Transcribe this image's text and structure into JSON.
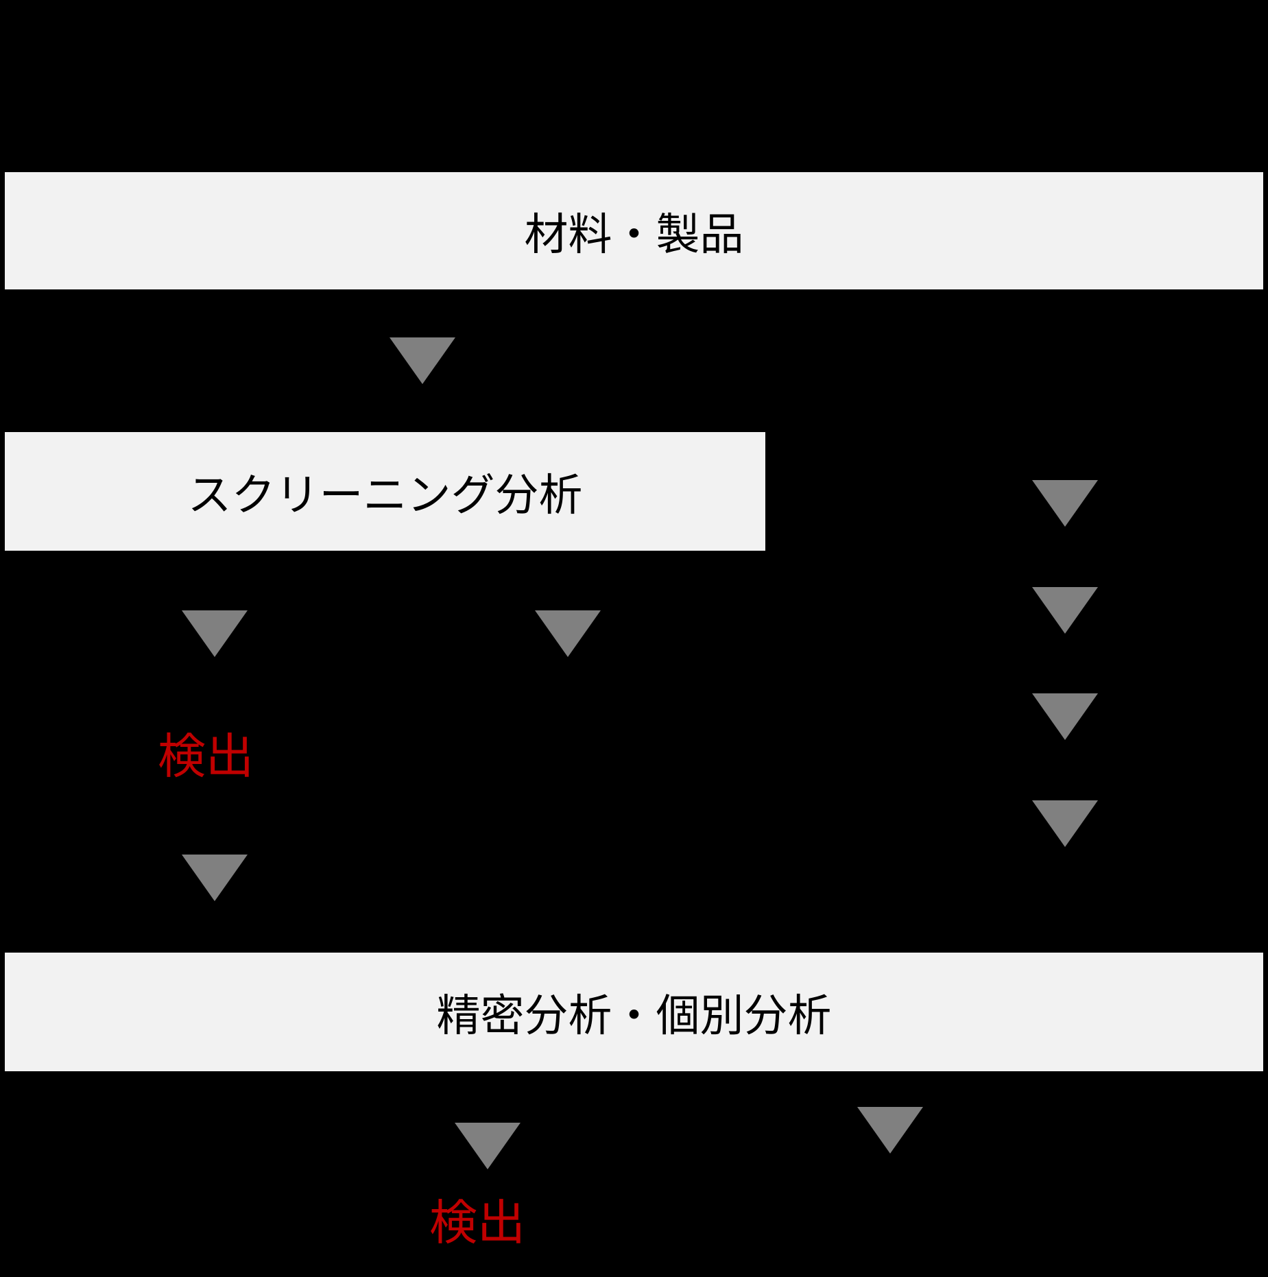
{
  "diagram": {
    "type": "flowchart",
    "colors": {
      "background": "#000000",
      "box_fill": "#f2f2f2",
      "box_text": "#000000",
      "arrow": "#808080",
      "detect_text": "#c00000"
    },
    "boxes": [
      {
        "id": "materials",
        "label": "材料・製品"
      },
      {
        "id": "screening",
        "label": "スクリーニング分析"
      },
      {
        "id": "precision",
        "label": "精密分析・個別分析"
      }
    ],
    "detect_labels": [
      {
        "id": "detect-1",
        "label": "検出"
      },
      {
        "id": "detect-2",
        "label": "検出"
      }
    ],
    "arrows": [
      {
        "name": "down-arrow-materials-to-screening"
      },
      {
        "name": "down-arrow-screening-left"
      },
      {
        "name": "down-arrow-screening-mid"
      },
      {
        "name": "down-arrow-detect-to-precision"
      },
      {
        "name": "down-arrow-right-column-1"
      },
      {
        "name": "down-arrow-right-column-2"
      },
      {
        "name": "down-arrow-right-column-3"
      },
      {
        "name": "down-arrow-right-column-4"
      },
      {
        "name": "down-arrow-below-precision-left"
      },
      {
        "name": "down-arrow-below-precision-right"
      }
    ]
  }
}
